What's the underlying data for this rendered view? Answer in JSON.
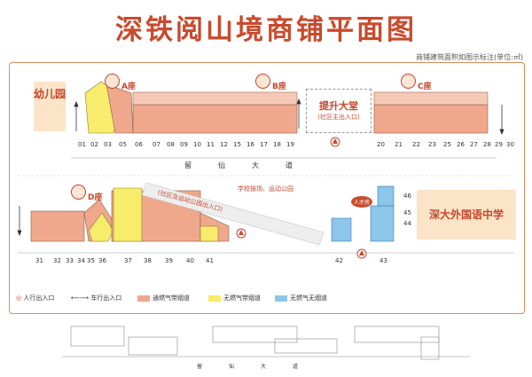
{
  "title": "深铁阅山境商铺平面图",
  "subnote": "商铺建筑面积如图示标注(单位:㎡)",
  "kindergarten": "幼儿园",
  "hall": {
    "name": "提升大堂",
    "sub": "(社区主出入口)"
  },
  "zones": {
    "a": "A座",
    "b": "B座",
    "c": "C座",
    "d": "D座"
  },
  "school": "深大外国语中学",
  "park": "(社区及运动公园出入口)",
  "school_field": "学校操场、运动公园",
  "talent": "人才房",
  "road_name": "留仙大道",
  "top_numbers": [
    "01",
    "02",
    "03",
    "05",
    "06",
    "07",
    "08",
    "09",
    "10",
    "11",
    "12",
    "15",
    "16",
    "17",
    "18",
    "19",
    "20",
    "21",
    "22",
    "23",
    "25",
    "26",
    "27",
    "28",
    "29",
    "30"
  ],
  "bottom_numbers": [
    "31",
    "32",
    "33",
    "34",
    "35",
    "36",
    "37",
    "38",
    "39",
    "40",
    "41",
    "42",
    "43"
  ],
  "side_numbers": [
    "46",
    "45",
    "44"
  ],
  "legend": {
    "ped": "人行出入口",
    "car": "车行出入口",
    "pink": "通燃气带烟道",
    "yellow": "无燃气带烟道",
    "blue": "无燃气无烟道"
  },
  "colors": {
    "pink": "#f0a88c",
    "yellow": "#f7ec6b",
    "blue": "#8cc6ea",
    "accent": "#c94a2c"
  }
}
